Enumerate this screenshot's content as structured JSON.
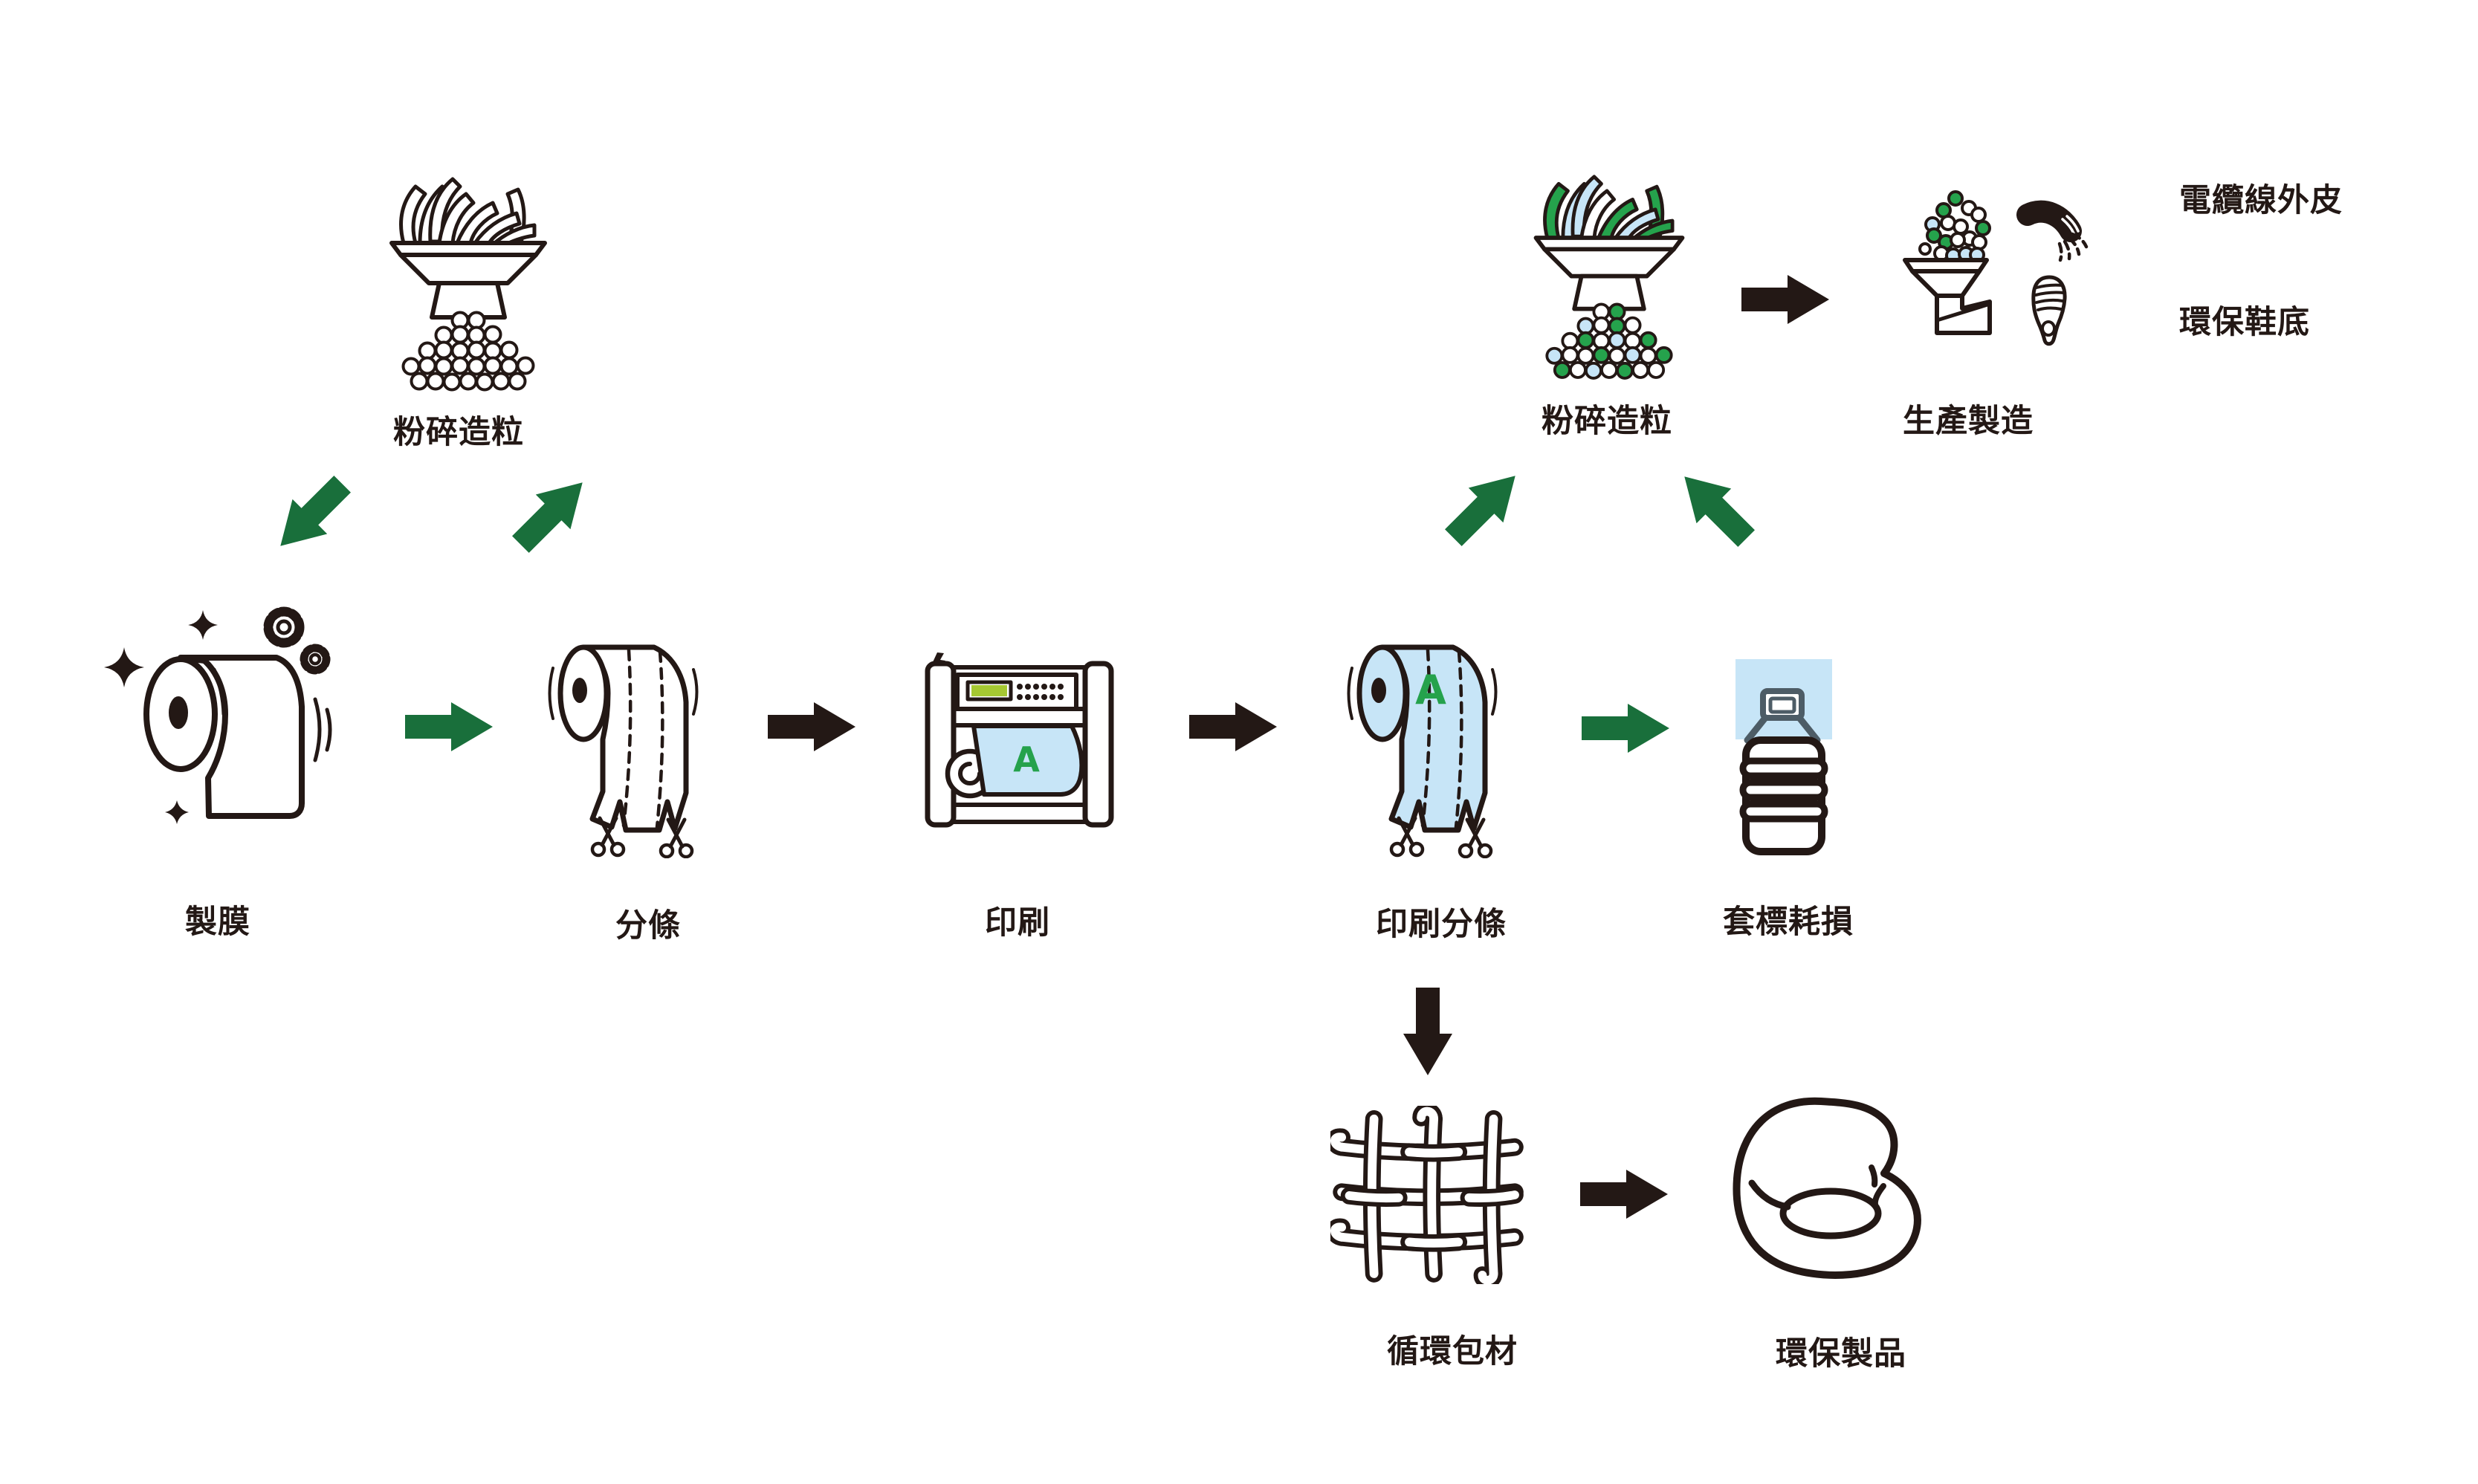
{
  "colors": {
    "ink": "#231815",
    "green_arrow": "#196f3b",
    "green_accent": "#25a24c",
    "light_blue": "#c7e5f7",
    "lcd_green": "#a6c832",
    "bottle_gray": "#4d5c66"
  },
  "process": {
    "granulate_left": "粉碎造粒",
    "film": "製膜",
    "slit": "分條",
    "print": "印刷",
    "print_slit": "印刷分條",
    "label_loss": "套標耗損",
    "granulate_right": "粉碎造粒",
    "produce": "生產製造",
    "loop_pack": "循環包材",
    "eco_product": "環保製品",
    "cable_output": "電纜線外皮",
    "sole_output": "環保鞋底",
    "sheet_letter": "A"
  },
  "icons": {
    "granulate_left": "hopper-with-scraps-and-pellets",
    "film": "film-roll-with-sparkles-and-gears",
    "slit": "roll-with-dashed-cut-lines-and-scissors",
    "print": "printing-machine-with-blue-sheet",
    "print_slit": "printed-blue-roll-with-scissors",
    "label_loss": "bottle-with-blue-label-area",
    "granulate_right": "hopper-with-colored-scraps-and-pellets",
    "produce": "extruder-hopper-with-pellets-cable-and-shoe-sole",
    "loop_pack": "woven-fabric",
    "eco_product": "bean-bag-chair"
  }
}
